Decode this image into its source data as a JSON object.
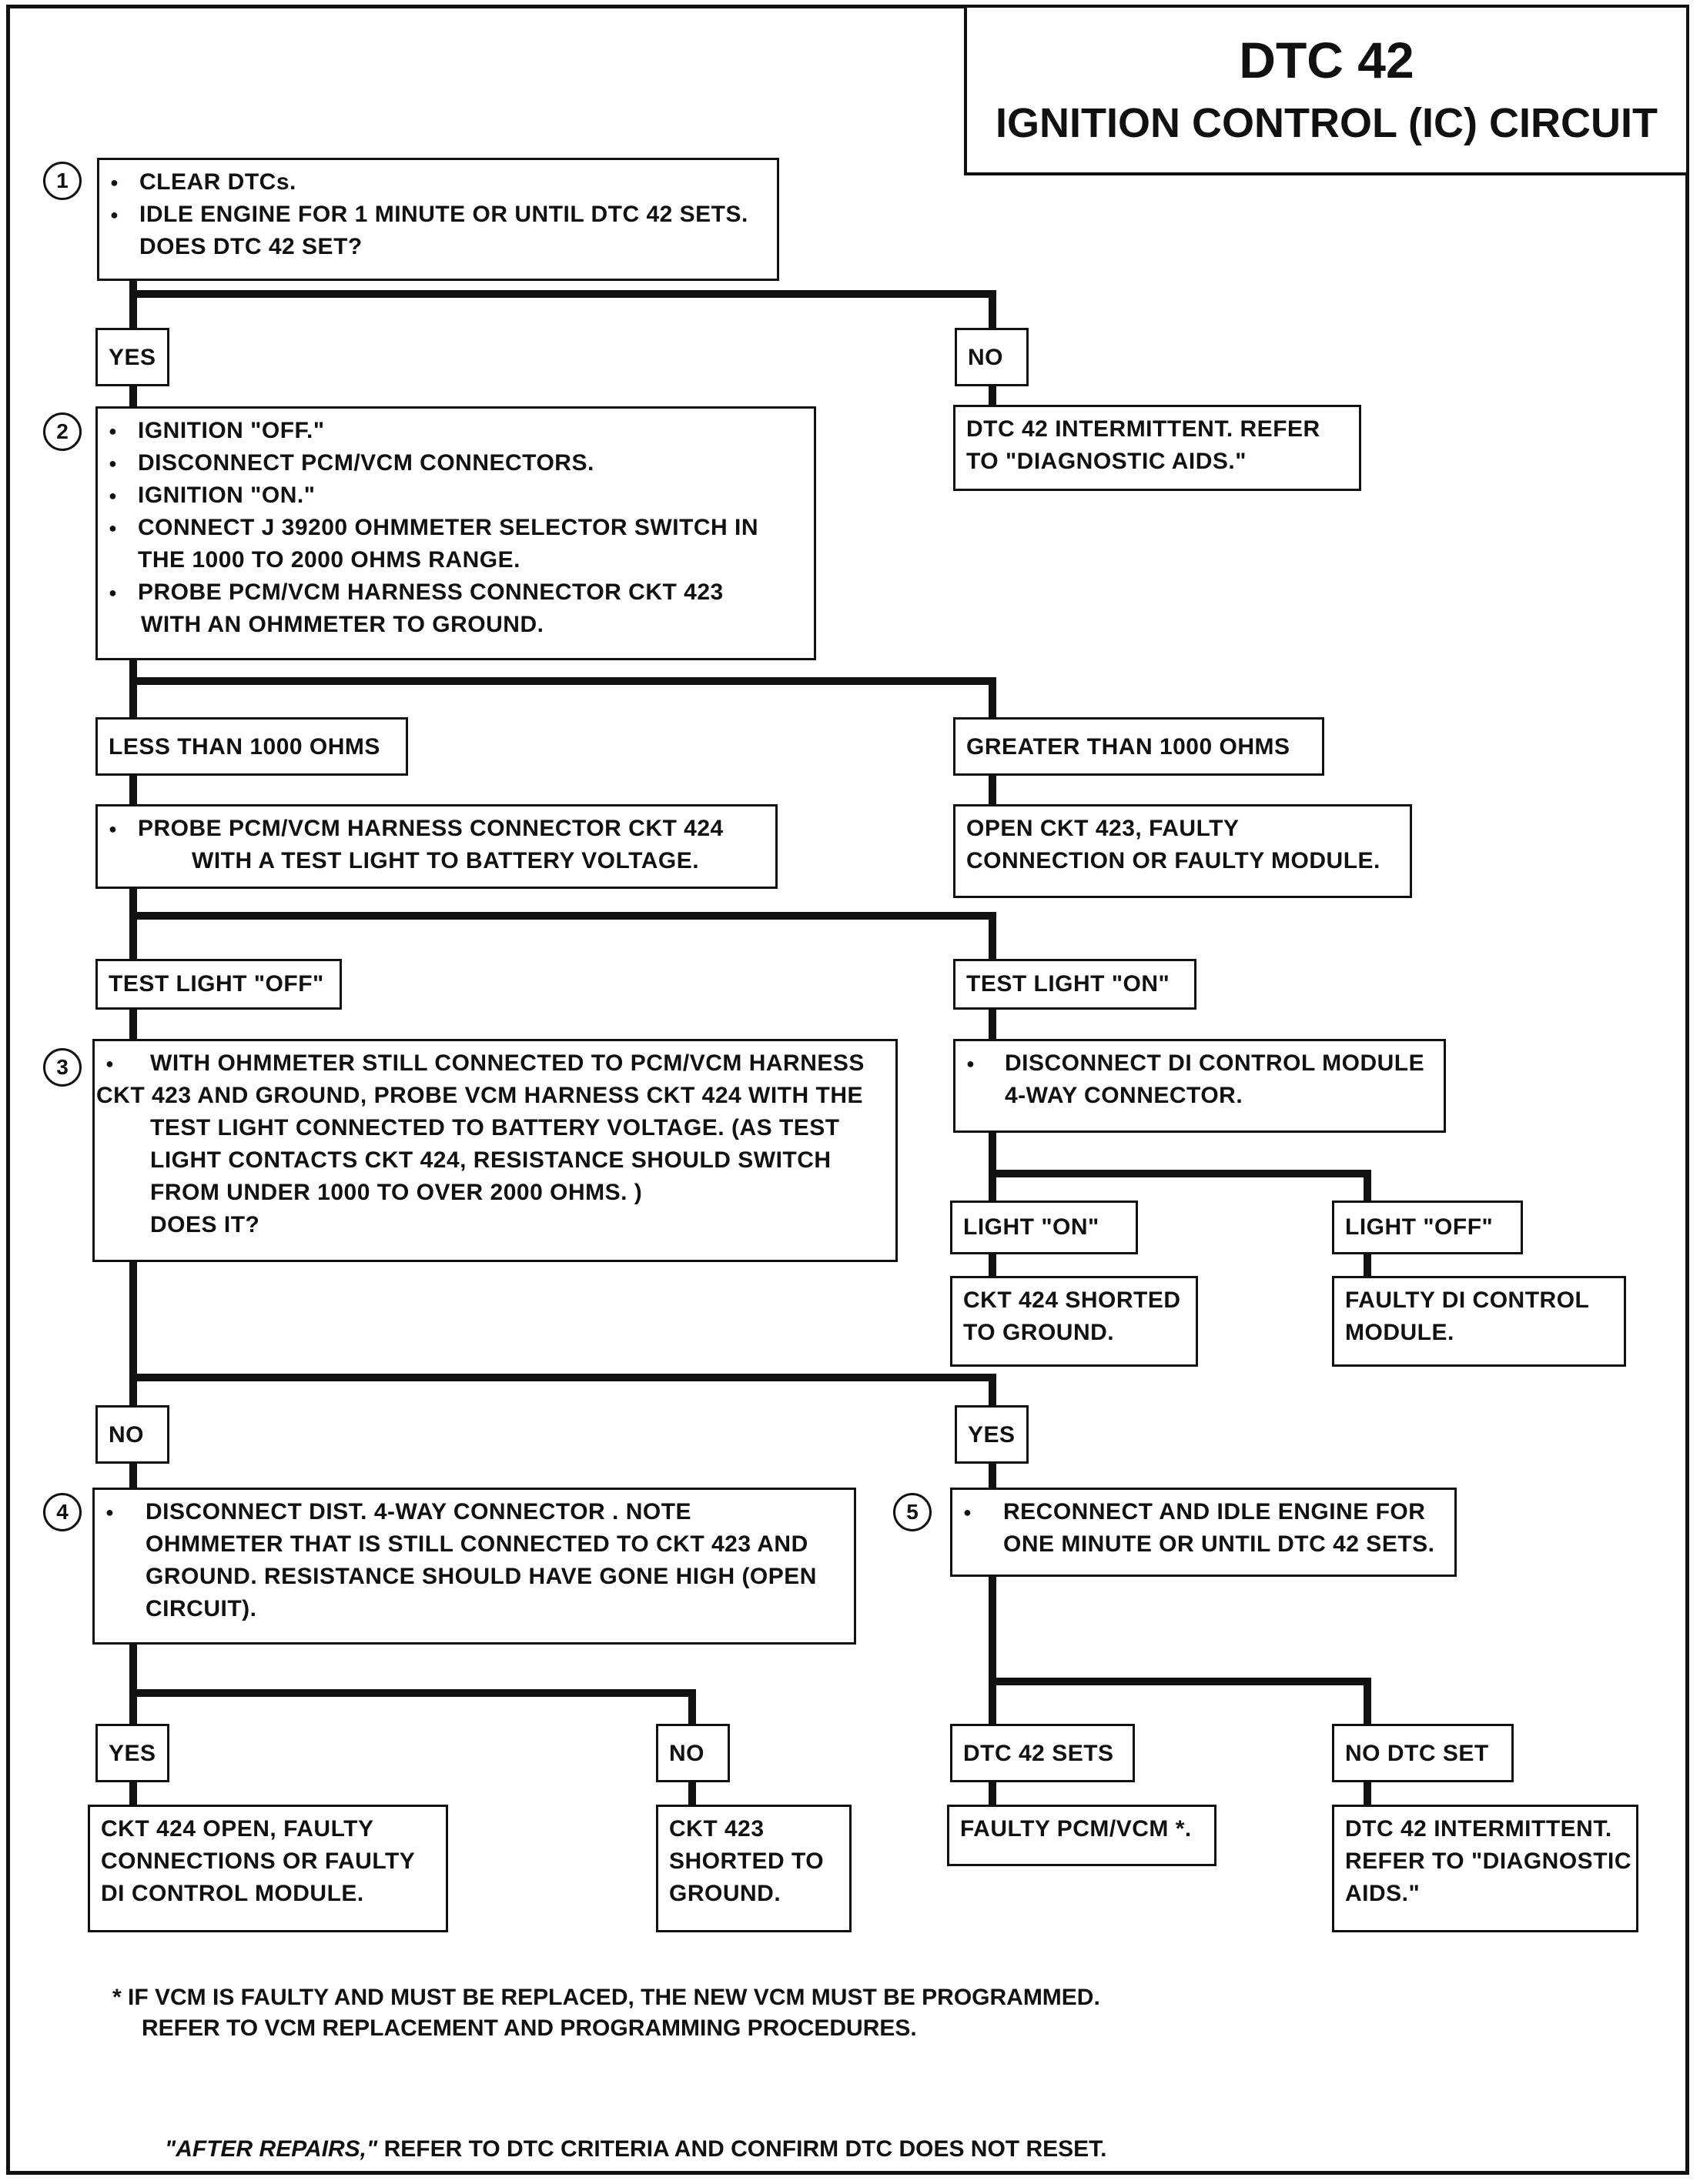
{
  "title": {
    "code": "DTC 42",
    "subtitle": "IGNITION CONTROL (IC) CIRCUIT"
  },
  "steps": {
    "s1": {
      "number": "1",
      "bullets": [
        "CLEAR DTCs.",
        "IDLE ENGINE FOR 1 MINUTE OR UNTIL DTC 42 SETS."
      ],
      "question": "DOES DTC 42 SET?"
    },
    "s1_yes": "YES",
    "s1_no": "NO",
    "s1_no_result": [
      "DTC 42 INTERMITTENT.  REFER",
      "TO \"DIAGNOSTIC AIDS.\""
    ],
    "s2": {
      "number": "2",
      "bullets": [
        "IGNITION \"OFF.\"",
        "DISCONNECT PCM/VCM CONNECTORS.",
        "IGNITION \"ON.\"",
        "CONNECT J 39200 OHMMETER SELECTOR SWITCH IN",
        "PROBE  PCM/VCM  HARNESS CONNECTOR CKT 423"
      ],
      "continuations": [
        "THE 1000 TO 2000 OHMS RANGE.",
        "WITH AN  OHMMETER TO GROUND."
      ]
    },
    "s2_less": "LESS THAN 1000 OHMS",
    "s2_greater": "GREATER THAN 1000 OHMS",
    "s2_greater_result": [
      "OPEN CKT 423, FAULTY",
      "CONNECTION OR FAULTY MODULE."
    ],
    "probe": {
      "line1": "PROBE PCM/VCM  HARNESS CONNECTOR CKT 424",
      "line2": "WITH  A TEST LIGHT TO BATTERY VOLTAGE."
    },
    "tl_off": "TEST LIGHT \"OFF\"",
    "tl_on": "TEST LIGHT \"ON\"",
    "disconnect_di": [
      "DISCONNECT DI CONTROL MODULE",
      "4-WAY CONNECTOR."
    ],
    "light_on": "LIGHT \"ON\"",
    "light_off": "LIGHT \"OFF\"",
    "ckt424_shorted": [
      "CKT 424 SHORTED",
      "TO GROUND."
    ],
    "faulty_di": [
      "FAULTY DI CONTROL",
      "MODULE."
    ],
    "s3": {
      "number": "3",
      "lines": [
        "WITH OHMMETER STILL CONNECTED TO  PCM/VCM HARNESS",
        "CKT 423 AND GROUND, PROBE VCM HARNESS CKT 424 WITH THE",
        "TEST LIGHT CONNECTED TO BATTERY VOLTAGE.  (AS TEST",
        "LIGHT CONTACTS CKT 424, RESISTANCE SHOULD SWITCH",
        "FROM UNDER 1000 TO OVER 2000 OHMS. )",
        "DOES IT?"
      ]
    },
    "s3_no": "NO",
    "s3_yes": "YES",
    "s4": {
      "number": "4",
      "lines": [
        "DISCONNECT DIST. 4-WAY CONNECTOR .  NOTE",
        "OHMMETER THAT IS STILL CONNECTED TO CKT 423 AND",
        "GROUND. RESISTANCE SHOULD HAVE GONE HIGH (OPEN",
        "CIRCUIT)."
      ]
    },
    "s5": {
      "number": "5",
      "lines": [
        "RECONNECT AND IDLE ENGINE FOR",
        "ONE MINUTE OR UNTIL DTC 42 SETS."
      ]
    },
    "s4_yes": "YES",
    "s4_no": "NO",
    "s5_sets": "DTC 42 SETS",
    "s5_noset": "NO DTC SET",
    "r_ckt424_open": [
      "CKT 424 OPEN, FAULTY",
      "CONNECTIONS OR FAULTY",
      "DI CONTROL MODULE."
    ],
    "r_ckt423_shorted": [
      "CKT 423",
      "SHORTED TO",
      "GROUND."
    ],
    "r_faulty_pcm": "FAULTY  PCM/VCM *.",
    "r_intermittent": [
      "DTC 42 INTERMITTENT.",
      "REFER TO \"DIAGNOSTIC",
      "AIDS.\""
    ]
  },
  "footnote": {
    "line1": "*  IF VCM IS FAULTY AND MUST BE REPLACED, THE NEW VCM MUST BE PROGRAMMED.",
    "line2": "REFER TO VCM REPLACEMENT AND PROGRAMMING PROCEDURES."
  },
  "after_repairs": {
    "lead": "\"AFTER REPAIRS,\"",
    "text": " REFER TO DTC CRITERIA  AND CONFIRM DTC DOES NOT RESET."
  }
}
